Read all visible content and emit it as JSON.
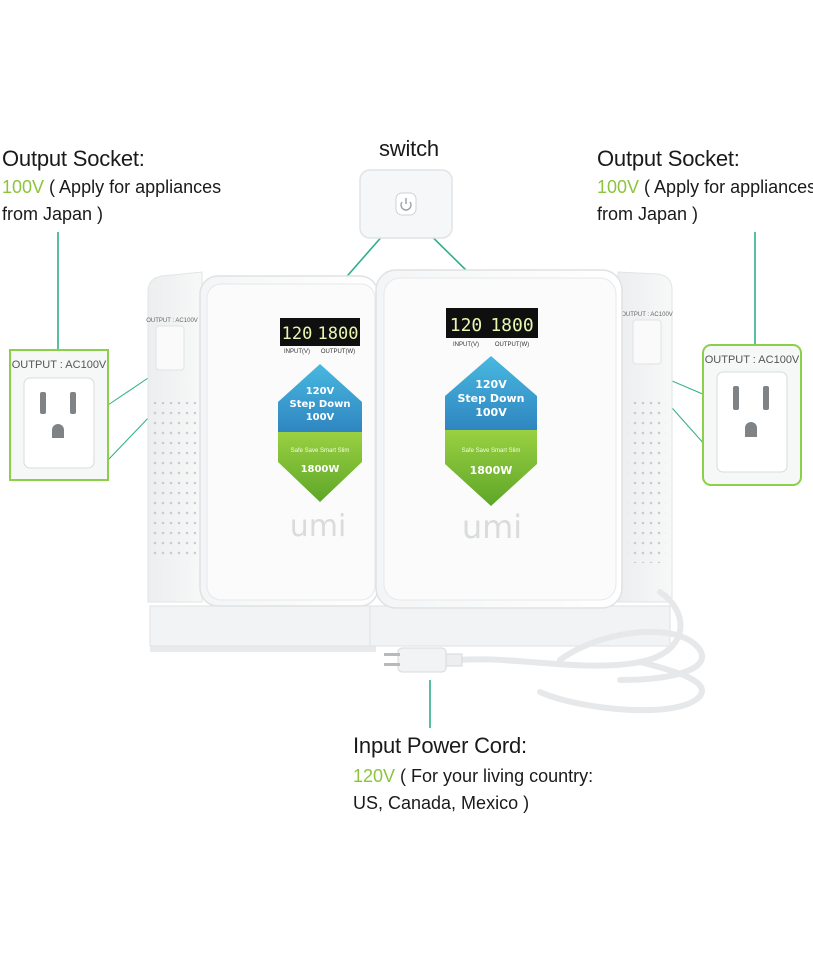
{
  "left_callout": {
    "title": "Output Socket:",
    "voltage": "100V",
    "line1_rest": " ( Apply for appliances",
    "line2": "from Japan )"
  },
  "right_callout": {
    "title": "Output Socket:",
    "voltage": "100V",
    "line1_rest": " ( Apply for appliances",
    "line2": "from Japan )"
  },
  "switch_callout": {
    "title": "switch"
  },
  "cord_callout": {
    "title": "Input Power Cord:",
    "voltage": "120V",
    "line1_rest": " ( For your living country:",
    "line2": "US, Canada, Mexico )"
  },
  "converter_left": {
    "display_input": "120",
    "display_output": "1800",
    "display_input_label": "INPUT(V)",
    "display_output_label": "OUTPUT(W)",
    "badge_line1": "120V",
    "badge_line2": "Step Down",
    "badge_line3": "100V",
    "badge_tagline": "Safe Save Smart Slim",
    "badge_power": "1800W",
    "brand": "umi",
    "side_label": "OUTPUT : AC100V"
  },
  "converter_right": {
    "display_input": "120",
    "display_output": "1800",
    "display_input_label": "INPUT(V)",
    "display_output_label": "OUTPUT(W)",
    "badge_line1": "120V",
    "badge_line2": "Step Down",
    "badge_line3": "100V",
    "badge_tagline": "Safe Save Smart Slim",
    "badge_power": "1800W",
    "brand": "umi",
    "side_label": "OUTPUT : AC100V"
  },
  "socket_zoom_left": {
    "label": "OUTPUT : AC100V"
  },
  "socket_zoom_right": {
    "label": "OUTPUT : AC100V"
  },
  "colors": {
    "accent_green": "#8cc43c",
    "leader_teal": "#2fae8c",
    "badge_blue": "#3aa0d0",
    "badge_green": "#7dbb2e",
    "display_bg": "#111111",
    "display_digits": "#e8f7b0"
  },
  "icons": [
    "power-button-icon",
    "us-outlet-icon",
    "power-plug-icon"
  ]
}
